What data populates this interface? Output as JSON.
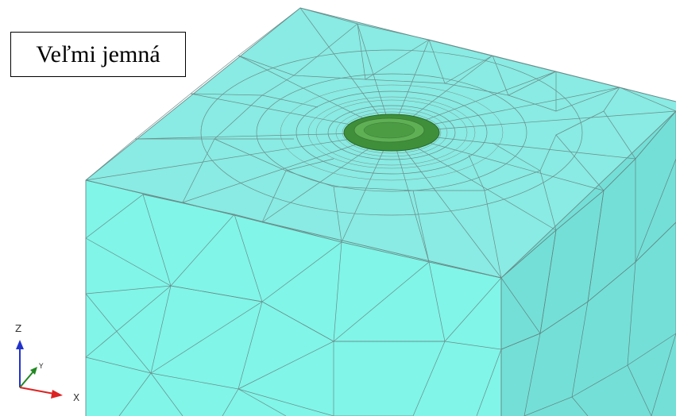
{
  "annotation": {
    "label": "Veľmi jemná"
  },
  "axes_triad": {
    "z_label": "Z",
    "y_label": "Y",
    "x_label": "X"
  },
  "colors": {
    "mesh_face_top": "#89ebe3",
    "mesh_face_front": "#80f5e8",
    "mesh_face_side": "#74dfd7",
    "mesh_edges": "#6a8c8a",
    "pile_fill": "#3f8f3a",
    "pile_inner": "#5fb055",
    "axis_z": "#2233cc",
    "axis_y": "#228822",
    "axis_x": "#dd2222"
  }
}
